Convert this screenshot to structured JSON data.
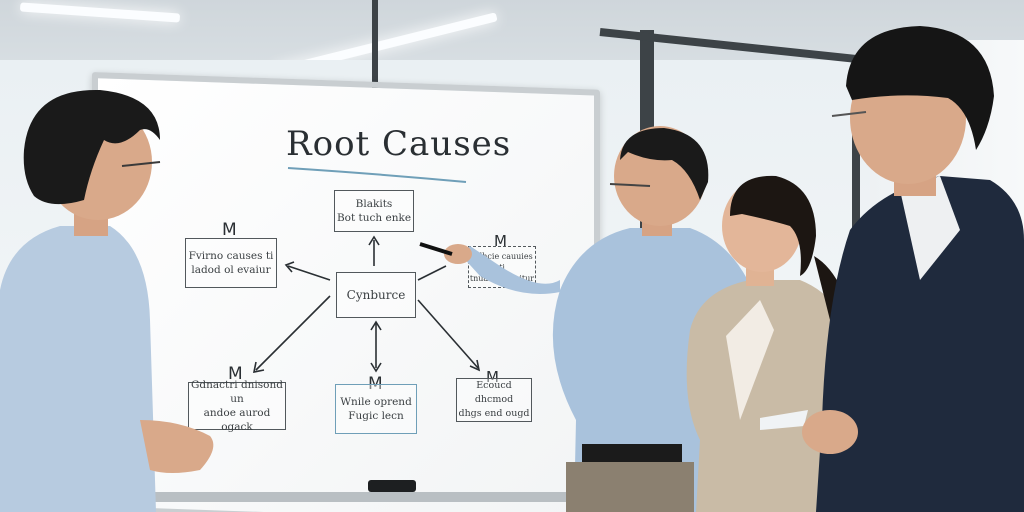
{
  "whiteboard": {
    "title": "Root Causes",
    "center_box": "Cynburce",
    "top_box": [
      "Blakits",
      "Bot tuch enke"
    ],
    "left_box": [
      "Fvirno causes ti",
      "ladod ol evaiur"
    ],
    "right_box": [
      "Edhcie cauuies ti",
      "tnuame rienitur"
    ],
    "bottom_left_box": [
      "Gdnactri dnisond un",
      "andoe aurod ogack"
    ],
    "bottom_center_box": [
      "Wnile oprend",
      "Fugic lecn"
    ],
    "bottom_right_box": [
      "Ecoucd dhcmod",
      "dhgs end ougd"
    ],
    "m_labels": [
      "M",
      "M",
      "M",
      "M",
      "M"
    ]
  },
  "colors": {
    "board": "#ffffff",
    "frame": "#c9ced1",
    "ink": "#2a2f33",
    "accent_underline": "#6f9fb8",
    "shirt_blue": "#a9c2dc",
    "suit_navy": "#1f2a3d",
    "blazer_beige": "#c9bba6"
  }
}
